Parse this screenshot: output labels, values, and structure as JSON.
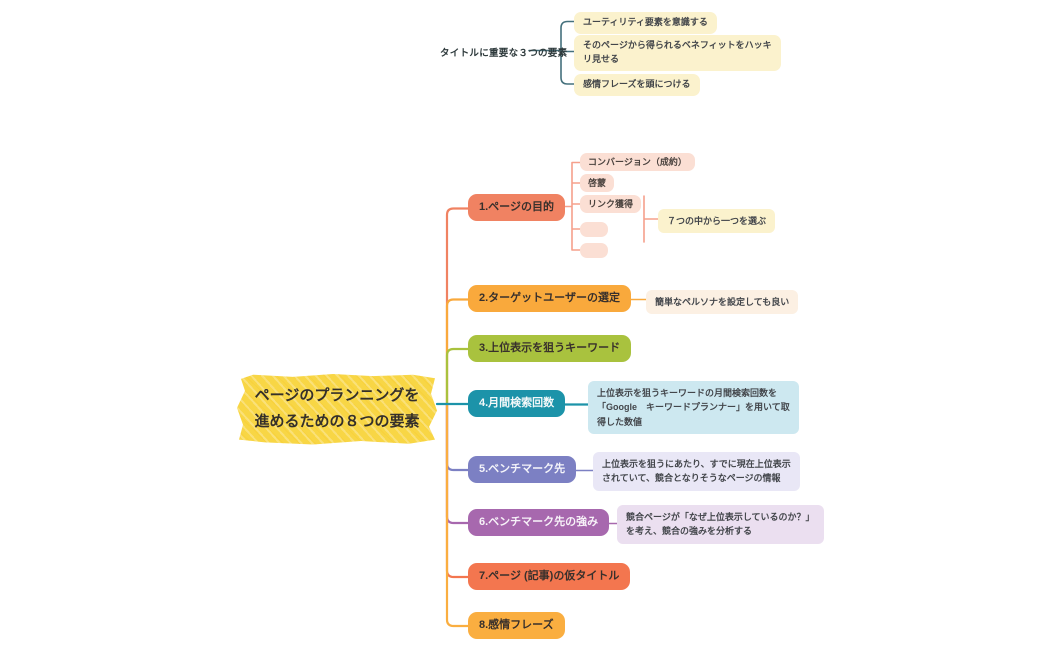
{
  "app": {
    "type": "mindmap-diagram",
    "background": "#ffffff"
  },
  "title_group": {
    "label": "タイトルに重要な３つの要素",
    "items": [
      {
        "text": "ユーティリティ要素を意識する"
      },
      {
        "text": "そのページから得られるベネフィットをハッキ\nリ見せる"
      },
      {
        "text": "感情フレーズを頭につける"
      }
    ]
  },
  "central_topic": {
    "text": "ページのプランニングを\n進めるための８つの要素",
    "highlight_color": "#F8D645"
  },
  "branches": [
    {
      "label": "1.ページの目的",
      "color": "#F08262",
      "children": [
        {
          "text": "コンバージョン（成約）"
        },
        {
          "text": "啓蒙"
        },
        {
          "text": "リンク獲得"
        },
        {
          "text": ""
        },
        {
          "text": ""
        }
      ],
      "summary_note": "７つの中から一つを選ぶ"
    },
    {
      "label": "2.ターゲットユーザーの選定",
      "color": "#F9A93C",
      "note": "簡単なペルソナを設定しても良い"
    },
    {
      "label": "3.上位表示を狙うキーワード",
      "color": "#A9C23E"
    },
    {
      "label": "4.月間検索回数",
      "color": "#1C93A9",
      "note": "上位表示を狙うキーワードの月間検索回数を\n「Google　キーワードプランナー」を用いて取\n得した数値"
    },
    {
      "label": "5.ベンチマーク先",
      "color": "#7C80C3",
      "note": "上位表示を狙うにあたり、すでに現在上位表示\nされていて、競合となりそうなページの情報"
    },
    {
      "label": "6.ベンチマーク先の強み",
      "color": "#A768AE",
      "note": "競合ページが「なぜ上位表示しているのか？」\nを考え、競合の強みを分析する"
    },
    {
      "label": "7.ページ (記事)の仮タイトル",
      "color": "#F3764F"
    },
    {
      "label": "8.感情フレーズ",
      "color": "#FAAE40"
    }
  ],
  "palette": {
    "title_connector": "#44707C",
    "child_box": "#FBDFD4",
    "child_connector": "#F5A08C",
    "cream_note": "#FBF2CD",
    "note2_bg": "#FCF0E3",
    "note4_bg": "#CDE8F0",
    "note5_bg": "#E9E7F6",
    "note6_bg": "#EBDFF0",
    "dark_text": "#38322C",
    "light_text": "#F4F8F9"
  }
}
